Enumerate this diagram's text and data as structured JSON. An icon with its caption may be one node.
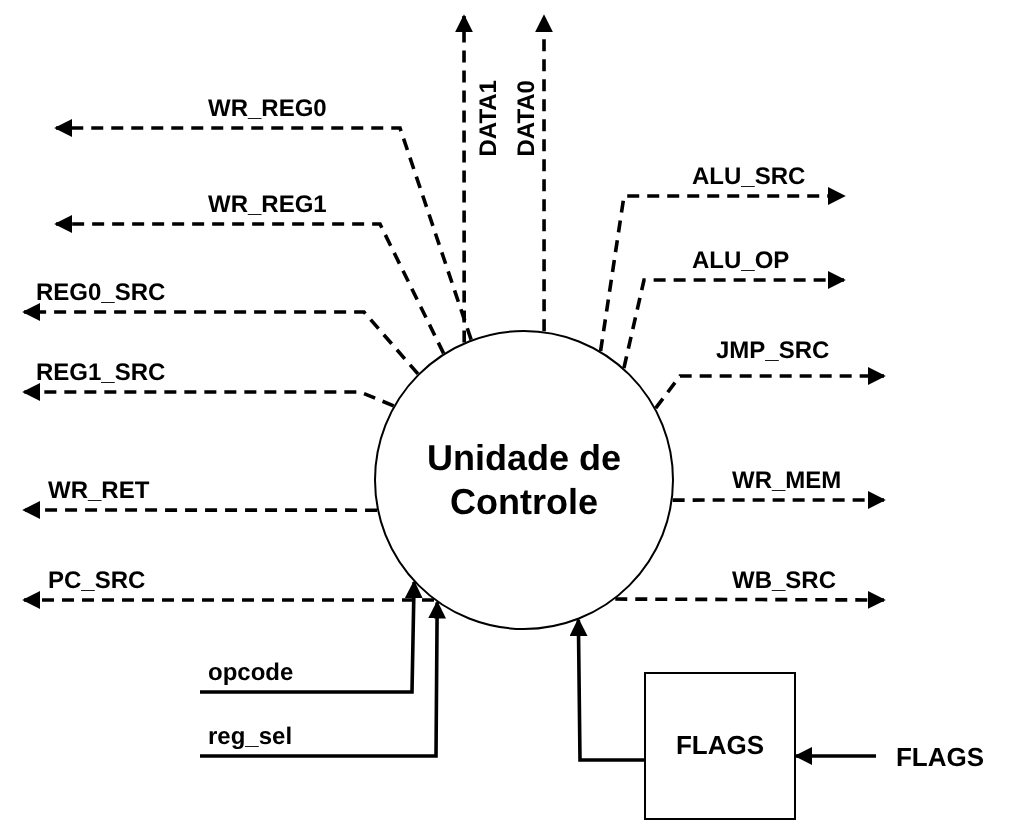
{
  "diagram": {
    "nodes": [
      {
        "text": [
          "Unidade de Controle"
        ]
      },
      {
        "text": [
          "FLAGS"
        ]
      },
      {
        "text": [
          "FLAGS"
        ]
      }
    ],
    "edges": [
      {
        "from": 0,
        "to": null,
        "arrow": "to",
        "label": "WR_REG0",
        "style": "dashed"
      },
      {
        "from": 0,
        "to": null,
        "arrow": "to",
        "label": "WR_REG1",
        "style": "dashed"
      },
      {
        "from": 0,
        "to": null,
        "arrow": "to",
        "label": "REG0_SRC",
        "style": "dashed"
      },
      {
        "from": 0,
        "to": null,
        "arrow": "to",
        "label": "REG1_SRC",
        "style": "dashed"
      },
      {
        "from": 0,
        "to": null,
        "arrow": "to",
        "label": "WR_RET",
        "style": "dashed"
      },
      {
        "from": 0,
        "to": null,
        "arrow": "to",
        "label": "PC_SRC",
        "style": "dashed"
      },
      {
        "from": 0,
        "to": null,
        "arrow": "to",
        "label": "DATA1",
        "style": "dashed"
      },
      {
        "from": 0,
        "to": null,
        "arrow": "to",
        "label": "DATA0",
        "style": "dashed"
      },
      {
        "from": 0,
        "to": null,
        "arrow": "to",
        "label": "ALU_SRC",
        "style": "dashed"
      },
      {
        "from": 0,
        "to": null,
        "arrow": "to",
        "label": "ALU_OP",
        "style": "dashed"
      },
      {
        "from": 0,
        "to": null,
        "arrow": "to",
        "label": "JMP_SRC",
        "style": "dashed"
      },
      {
        "from": 0,
        "to": null,
        "arrow": "to",
        "label": "WR_MEM",
        "style": "dashed"
      },
      {
        "from": 0,
        "to": null,
        "arrow": "to",
        "label": "WB_SRC",
        "style": "dashed"
      },
      {
        "from": null,
        "to": 0,
        "arrow": "to",
        "label": "opcode"
      },
      {
        "from": null,
        "to": 0,
        "arrow": "to",
        "label": "reg_sel"
      },
      {
        "from": 1,
        "to": 0,
        "arrow": "to"
      },
      {
        "from": 2,
        "to": 1,
        "arrow": "to"
      }
    ]
  }
}
